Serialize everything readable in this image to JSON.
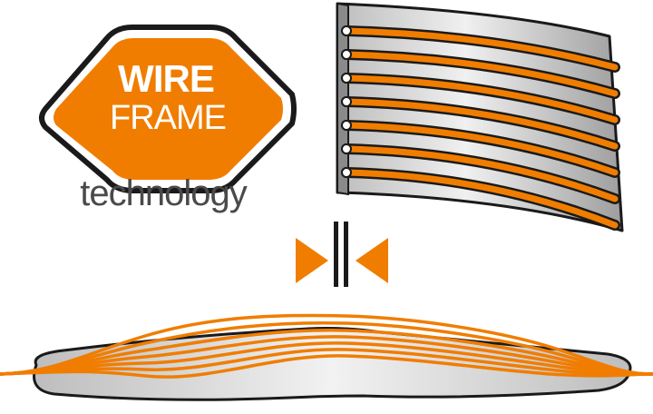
{
  "logo": {
    "line1": "WIRE",
    "line2": "FRAME",
    "tagline": "technology"
  },
  "colors": {
    "accent": "#f07d00",
    "outline": "#1a1a1a",
    "panel_light": "#e6e6e6",
    "panel_dark": "#a8a8a8",
    "text_gray": "#4a4a4a"
  },
  "icons": {
    "compression": "compression-arrows-icon"
  }
}
